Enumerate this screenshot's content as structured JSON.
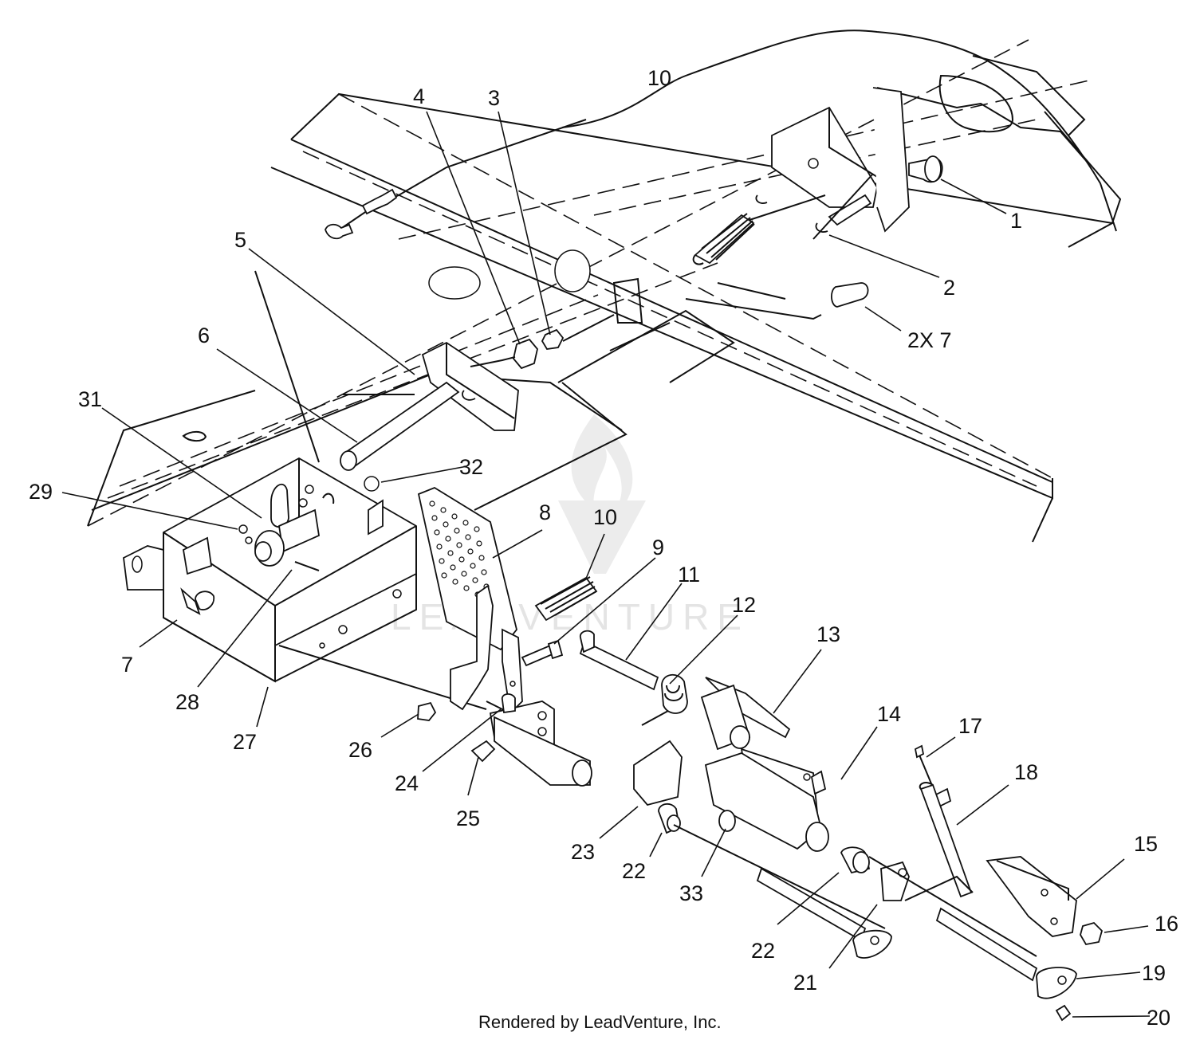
{
  "callouts": [
    {
      "id": "1",
      "text": "1"
    },
    {
      "id": "2",
      "text": "2"
    },
    {
      "id": "2x7",
      "text": "2X 7"
    },
    {
      "id": "3",
      "text": "3"
    },
    {
      "id": "4",
      "text": "4"
    },
    {
      "id": "5",
      "text": "5"
    },
    {
      "id": "6",
      "text": "6"
    },
    {
      "id": "7",
      "text": "7"
    },
    {
      "id": "8",
      "text": "8"
    },
    {
      "id": "9",
      "text": "9"
    },
    {
      "id": "10a",
      "text": "10"
    },
    {
      "id": "10b",
      "text": "10"
    },
    {
      "id": "11",
      "text": "11"
    },
    {
      "id": "12",
      "text": "12"
    },
    {
      "id": "13",
      "text": "13"
    },
    {
      "id": "14",
      "text": "14"
    },
    {
      "id": "15",
      "text": "15"
    },
    {
      "id": "16",
      "text": "16"
    },
    {
      "id": "17",
      "text": "17"
    },
    {
      "id": "18",
      "text": "18"
    },
    {
      "id": "19",
      "text": "19"
    },
    {
      "id": "20",
      "text": "20"
    },
    {
      "id": "21",
      "text": "21"
    },
    {
      "id": "22a",
      "text": "22"
    },
    {
      "id": "22b",
      "text": "22"
    },
    {
      "id": "23",
      "text": "23"
    },
    {
      "id": "24",
      "text": "24"
    },
    {
      "id": "25",
      "text": "25"
    },
    {
      "id": "26",
      "text": "26"
    },
    {
      "id": "27",
      "text": "27"
    },
    {
      "id": "28",
      "text": "28"
    },
    {
      "id": "29",
      "text": "29"
    },
    {
      "id": "31",
      "text": "31"
    },
    {
      "id": "32",
      "text": "32"
    },
    {
      "id": "33",
      "text": "33"
    }
  ],
  "watermark": "LEADVENTURE",
  "footer": "Rendered by LeadVenture, Inc."
}
